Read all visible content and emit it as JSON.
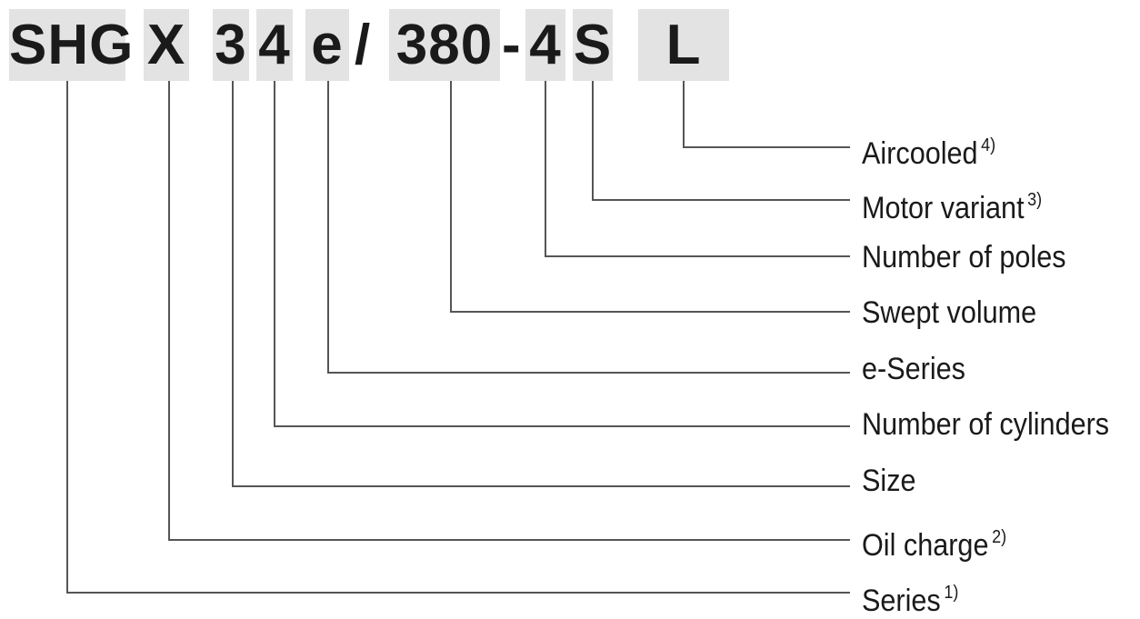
{
  "code_segments": [
    {
      "id": "series",
      "text": "SHG"
    },
    {
      "id": "oil-charge",
      "text": "X"
    },
    {
      "id": "size",
      "text": "3"
    },
    {
      "id": "cylinders",
      "text": "4"
    },
    {
      "id": "e-series",
      "text": "e"
    },
    {
      "id": "swept-volume",
      "text": "380"
    },
    {
      "id": "poles",
      "text": "4"
    },
    {
      "id": "motor-variant",
      "text": "S"
    },
    {
      "id": "aircooled",
      "text": "L"
    }
  ],
  "separators": {
    "slash": "/",
    "dash": "-"
  },
  "labels": [
    {
      "id": "aircooled",
      "text": "Aircooled",
      "note": "4)"
    },
    {
      "id": "motor-variant",
      "text": "Motor variant",
      "note": "3)"
    },
    {
      "id": "poles",
      "text": "Number of poles",
      "note": ""
    },
    {
      "id": "swept-volume",
      "text": "Swept volume",
      "note": ""
    },
    {
      "id": "e-series",
      "text": "e-Series",
      "note": ""
    },
    {
      "id": "cylinders",
      "text": "Number of cylinders",
      "note": ""
    },
    {
      "id": "size",
      "text": "Size",
      "note": ""
    },
    {
      "id": "oil-charge",
      "text": "Oil charge",
      "note": "2)"
    },
    {
      "id": "series",
      "text": "Series",
      "note": "1)"
    }
  ],
  "colors": {
    "segment_bg": "#e3e3e3",
    "line": "#555555",
    "text": "#1a1a1a"
  }
}
